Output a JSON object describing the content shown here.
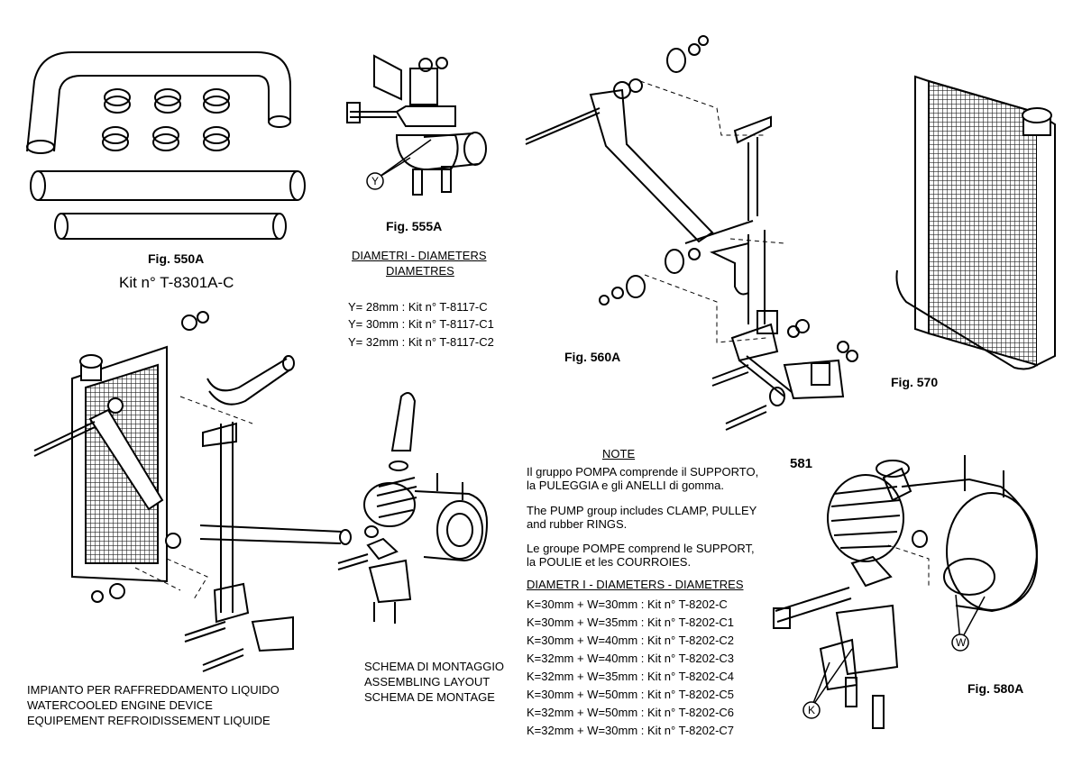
{
  "fig550": {
    "label": "Fig. 550A",
    "kit": "Kit n° T-8301A-C"
  },
  "fig555": {
    "label": "Fig. 555A",
    "callout": "Y",
    "diam_title_1": "DIAMETRI - DIAMETERS",
    "diam_title_2": "DIAMETRES",
    "rows": [
      "Y= 28mm : Kit n° T-8117-C",
      "Y= 30mm : Kit n° T-8117-C1",
      "Y= 32mm : Kit n° T-8117-C2"
    ]
  },
  "fig560": {
    "label": "Fig. 560A"
  },
  "fig570": {
    "label": "Fig. 570"
  },
  "fig581": {
    "label": "581"
  },
  "fig580": {
    "label": "Fig. 580A",
    "callout_k": "K",
    "callout_w": "W"
  },
  "assembly": {
    "lines": [
      "SCHEMA DI MONTAGGIO",
      "ASSEMBLING LAYOUT",
      "SCHEMA DE MONTAGE"
    ]
  },
  "device": {
    "lines": [
      "IMPIANTO PER RAFFREDDAMENTO LIQUIDO",
      "WATERCOOLED ENGINE DEVICE",
      "EQUIPEMENT REFROIDISSEMENT LIQUIDE"
    ]
  },
  "note": {
    "title": "NOTE",
    "it_1": "Il gruppo POMPA comprende il SUPPORTO,",
    "it_2": "la PULEGGIA e gli ANELLI di gomma.",
    "en_1": "The PUMP group includes CLAMP, PULLEY",
    "en_2": "and rubber RINGS.",
    "fr_1": "Le groupe POMPE comprend le SUPPORT,",
    "fr_2": "la POULIE et les COURROIES.",
    "diam_title": "DIAMETR I - DIAMETERS - DIAMETRES",
    "rows": [
      "K=30mm + W=30mm : Kit n° T-8202-C",
      "K=30mm + W=35mm : Kit n° T-8202-C1",
      "K=30mm + W=40mm : Kit n° T-8202-C2",
      "K=32mm + W=40mm : Kit n° T-8202-C3",
      "K=32mm + W=35mm : Kit n° T-8202-C4",
      "K=30mm + W=50mm : Kit n° T-8202-C5",
      "K=32mm + W=50mm : Kit n° T-8202-C6",
      "K=32mm + W=30mm : Kit n° T-8202-C7"
    ]
  }
}
